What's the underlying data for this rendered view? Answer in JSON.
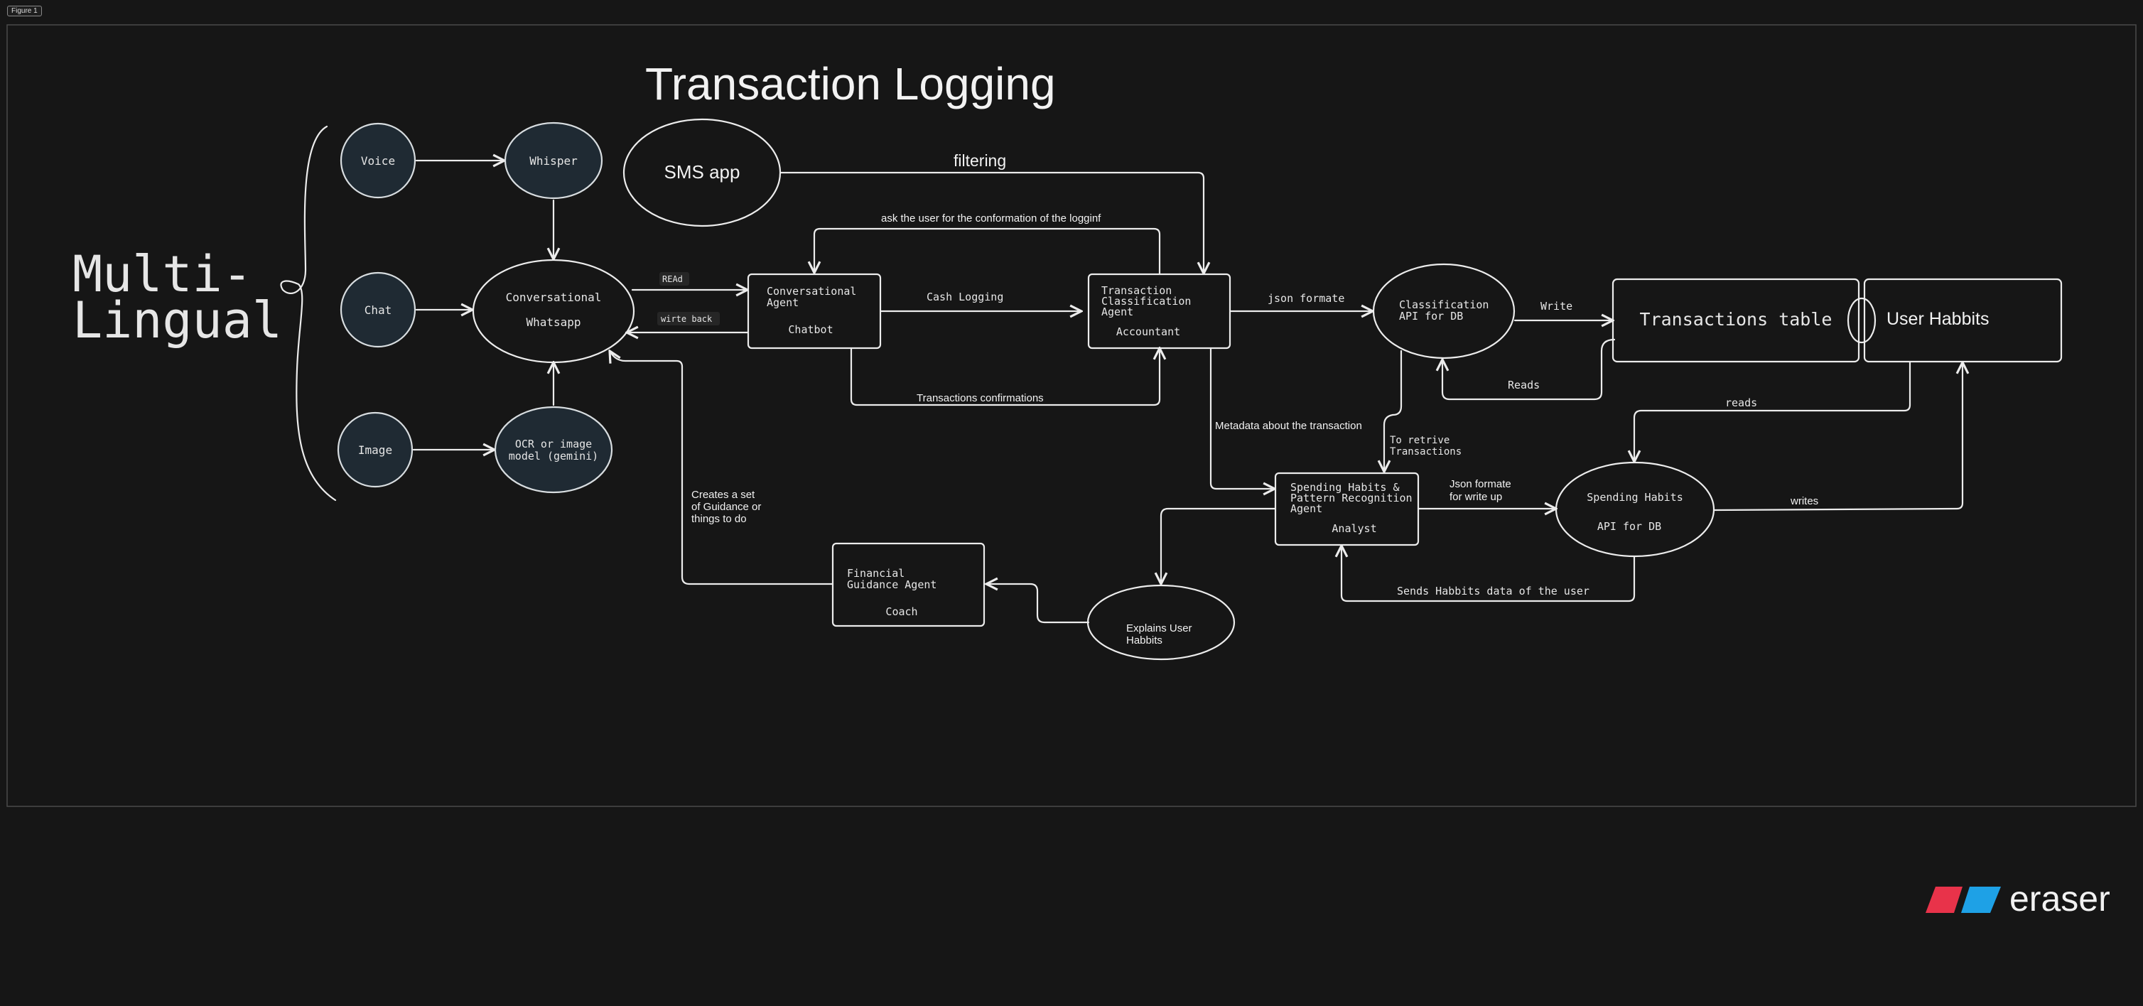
{
  "figure_label": "Figure 1",
  "title": "Transaction Logging",
  "side_title": [
    "Multi-",
    "Lingual"
  ],
  "brand": {
    "name": "eraser",
    "colors": [
      "#e8334a",
      "#1ea1e6"
    ]
  },
  "nodes": {
    "voice": "Voice",
    "chat": "Chat",
    "image": "Image",
    "whisper": "Whisper",
    "ocr": [
      "OCR or image",
      "model (gemini)"
    ],
    "whatsapp": [
      "Conversational",
      "Whatsapp"
    ],
    "sms": "SMS app",
    "chatbot": [
      "Conversational",
      "Agent",
      "Chatbot"
    ],
    "accountant": [
      "Transaction",
      "Classification",
      "Agent",
      "Accountant"
    ],
    "class_api": [
      "Classification",
      "API for DB"
    ],
    "transactions_table": "Transactions table",
    "user_habbits": "User Habbits",
    "analyst": [
      "Spending Habits &",
      "Pattern Recognition",
      "Agent",
      "Analyst"
    ],
    "spending_api": [
      "Spending Habits",
      "API for DB"
    ],
    "coach": [
      "Financial",
      "Guidance Agent",
      "Coach"
    ],
    "explains": [
      "Explains User",
      "Habbits"
    ]
  },
  "edge_labels": {
    "filtering": "filtering",
    "ask_user": "ask the user for the conformation of the logginf",
    "read": "REAd",
    "write_back": "wirte back",
    "cash_logging": "Cash Logging",
    "confirmations": "Transactions confirmations",
    "json_formate": "json formate",
    "write": "Write",
    "reads": "Reads",
    "reads_lower": "reads",
    "metadata": "Metadata about the transaction",
    "to_retrive": [
      "To retrive",
      "Transactions"
    ],
    "json_write_up": [
      "Json formate",
      "for write up"
    ],
    "writes": "writes",
    "sends_habbits": "Sends Habbits data of the user",
    "creates_set": [
      "Creates a set",
      "of Guidance or",
      "things to do"
    ]
  }
}
